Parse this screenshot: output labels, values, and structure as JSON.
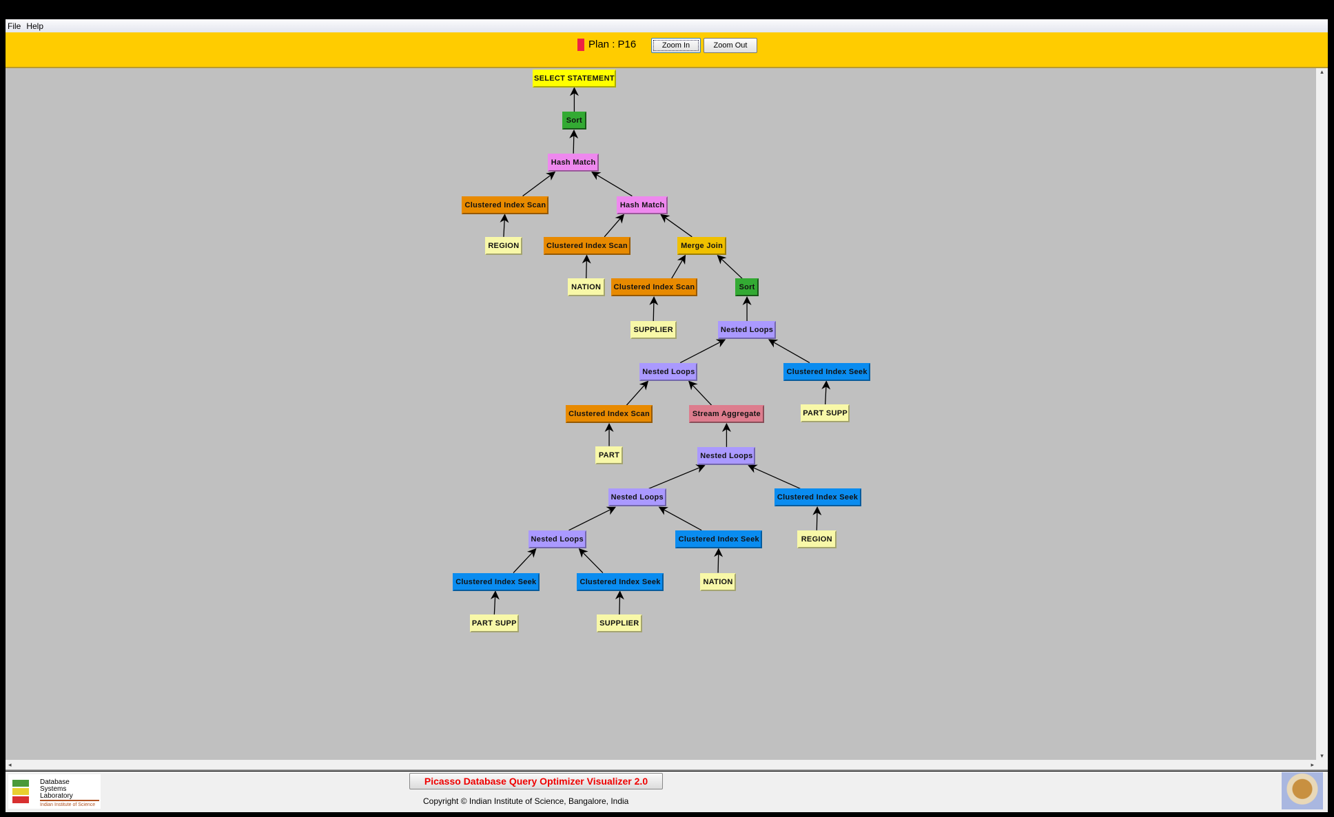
{
  "menu": [
    "File",
    "Help"
  ],
  "toolbar": {
    "plan_label": "Plan : P16",
    "plan_color": "#ee2244",
    "zoom_in": "Zoom In",
    "zoom_out": "Zoom Out"
  },
  "colors": {
    "SELECT": "#ffff00",
    "Sort": "#33aa33",
    "Hash": "#ee88ee",
    "CIS": "#e88a00",
    "Rel": "#f8f8a8",
    "Merge": "#f0c000",
    "NL": "#aa99ff",
    "Seek": "#0a8cf0",
    "Agg": "#dd7d8e"
  },
  "plan_tree": [
    {
      "label": "SELECT STATEMENT",
      "type": "SELECT",
      "parent": null
    },
    {
      "label": "Sort",
      "type": "Sort",
      "parent": 0
    },
    {
      "label": "Hash Match",
      "type": "Hash",
      "parent": 1
    },
    {
      "label": "Clustered Index Scan",
      "type": "CIS",
      "parent": 2
    },
    {
      "label": "REGION",
      "type": "Rel",
      "parent": 3
    },
    {
      "label": "Hash Match",
      "type": "Hash",
      "parent": 2
    },
    {
      "label": "Clustered Index Scan",
      "type": "CIS",
      "parent": 5
    },
    {
      "label": "NATION",
      "type": "Rel",
      "parent": 6
    },
    {
      "label": "Merge Join",
      "type": "Merge",
      "parent": 5
    },
    {
      "label": "Clustered Index Scan",
      "type": "CIS",
      "parent": 8
    },
    {
      "label": "SUPPLIER",
      "type": "Rel",
      "parent": 9
    },
    {
      "label": "Sort",
      "type": "Sort",
      "parent": 8
    },
    {
      "label": "Nested Loops",
      "type": "NL",
      "parent": 11
    },
    {
      "label": "Nested Loops",
      "type": "NL",
      "parent": 12
    },
    {
      "label": "Clustered Index Seek",
      "type": "Seek",
      "parent": 12
    },
    {
      "label": "PART SUPP",
      "type": "Rel",
      "parent": 14
    },
    {
      "label": "Clustered Index Scan",
      "type": "CIS",
      "parent": 13
    },
    {
      "label": "PART",
      "type": "Rel",
      "parent": 16
    },
    {
      "label": "Stream Aggregate",
      "type": "Agg",
      "parent": 13
    },
    {
      "label": "Nested Loops",
      "type": "NL",
      "parent": 18
    },
    {
      "label": "Nested Loops",
      "type": "NL",
      "parent": 19
    },
    {
      "label": "Clustered Index Seek",
      "type": "Seek",
      "parent": 19
    },
    {
      "label": "REGION",
      "type": "Rel",
      "parent": 21
    },
    {
      "label": "Nested Loops",
      "type": "NL",
      "parent": 20
    },
    {
      "label": "Clustered Index Seek",
      "type": "Seek",
      "parent": 20
    },
    {
      "label": "NATION",
      "type": "Rel",
      "parent": 24
    },
    {
      "label": "Clustered Index Seek",
      "type": "Seek",
      "parent": 23
    },
    {
      "label": "Clustered Index Seek",
      "type": "Seek",
      "parent": 23
    },
    {
      "label": "PART SUPP",
      "type": "Rel",
      "parent": 26
    },
    {
      "label": "SUPPLIER",
      "type": "Rel",
      "parent": 27
    }
  ],
  "footer": {
    "title": "Picasso Database Query Optimizer Visualizer 2.0",
    "copyright": "Copyright © Indian Institute of Science, Bangalore, India",
    "logo_text": "Database Systems Laboratory Indian Institute of Science"
  }
}
